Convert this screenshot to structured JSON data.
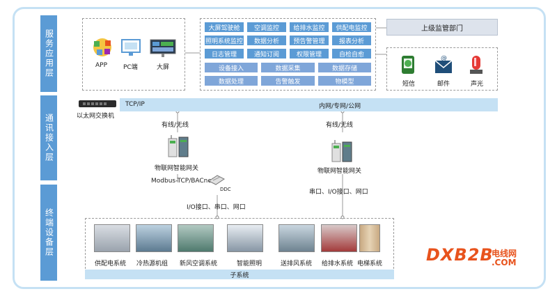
{
  "layers": {
    "service": "服务应用层",
    "comm": "通讯接入层",
    "terminal": "终端设备层"
  },
  "clients": [
    {
      "label": "APP",
      "icon": "app-icon"
    },
    {
      "label": "PC端",
      "icon": "pc-icon"
    },
    {
      "label": "大屏",
      "icon": "big-screen-icon"
    }
  ],
  "services": [
    "大屏驾驶舱",
    "空调监控",
    "给排水监控",
    "供配电监控",
    "照明系统监控",
    "数据分析",
    "预告警管理",
    "报表分析",
    "日志管理",
    "通知订阅",
    "权限管理",
    "自检自愈",
    "设备接入",
    "数据采集",
    "数据存储",
    "数据处理",
    "告警触发",
    "物模型"
  ],
  "supervisor": "上级监管部门",
  "alerts": [
    {
      "label": "短信",
      "icon": "sms-icon"
    },
    {
      "label": "邮件",
      "icon": "mail-icon"
    },
    {
      "label": "声光",
      "icon": "alarm-light-icon"
    }
  ],
  "network": {
    "switch_label": "以太网交换机",
    "tcp": "TCP/IP",
    "net": "内网/专网/公网",
    "wired_left": "有线/无线",
    "wired_right": "有线/无线",
    "gateway_left": "物联网智能网关",
    "gateway_right": "物联网智能网关",
    "modbus": "Modbus-TCP/BACnet",
    "ddc": "DDC",
    "io_right": "串口、I/O接口、网口",
    "io_left": "I/O接口、串口、网口"
  },
  "subsystems": [
    {
      "label": "供配电系统"
    },
    {
      "label": "冷热源机组"
    },
    {
      "label": "新风空调系统"
    },
    {
      "label": "智能照明"
    },
    {
      "label": "送排风系统"
    },
    {
      "label": "给排水系统"
    },
    {
      "label": "电梯系统"
    }
  ],
  "subsystem_bar": "子系统",
  "watermark": {
    "main": "DXB2B",
    "cn": "电线网",
    "com": ".COM"
  },
  "colors": {
    "tab": "#5b9bd5",
    "service_btn": "#5b9bd5",
    "bar": "#c5e1f4",
    "brand": "#e8531d"
  }
}
